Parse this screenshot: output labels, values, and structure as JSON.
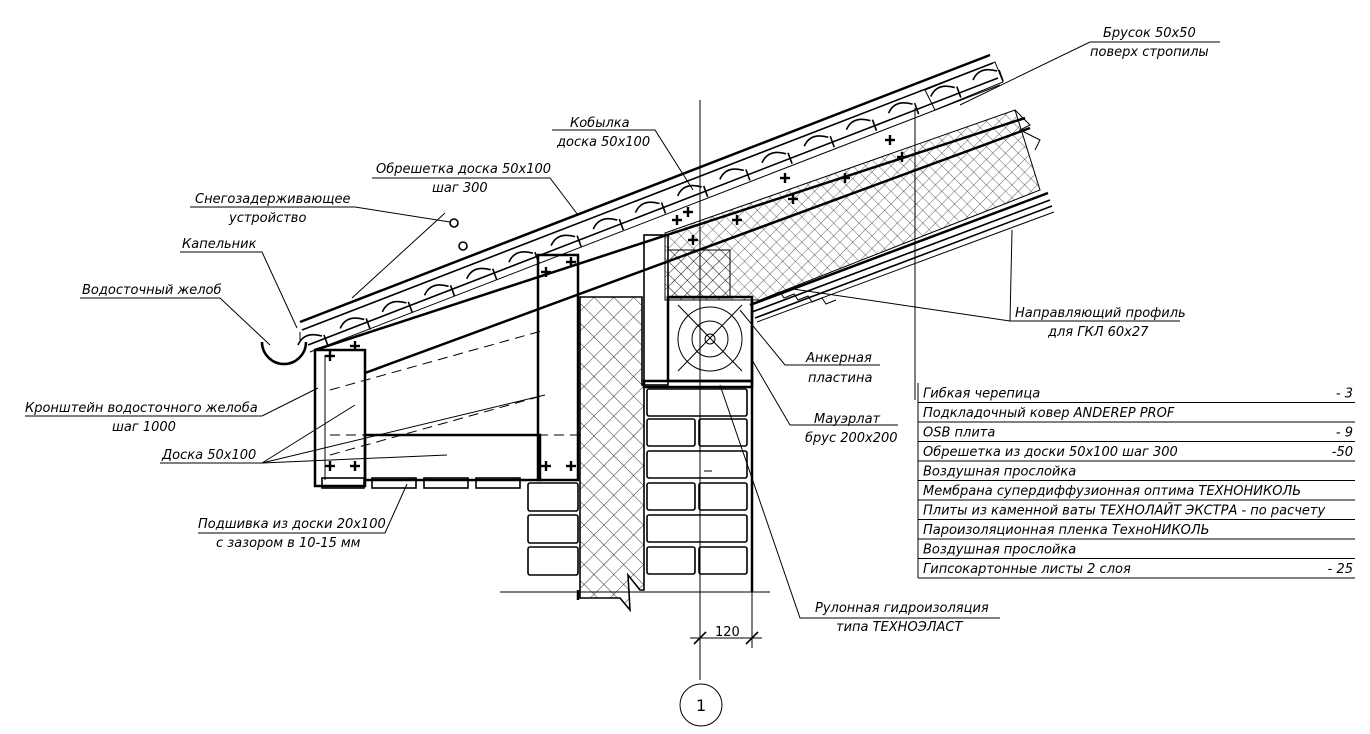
{
  "labels": {
    "brusok_line1": "Брусок 50х50",
    "brusok_line2": "поверх стропилы",
    "kobylka_line1": "Кобылка",
    "kobylka_line2": "доска 50х100",
    "obreshetka_line1": "Обрешетка доска 50х100",
    "obreshetka_line2": "шаг 300",
    "snow_line1": "Снегозадерживающее",
    "snow_line2": "устройство",
    "kapelnik": "Капельник",
    "gutter": "Водосточный желоб",
    "bracket_line1": "Кронштейн водосточного желоба",
    "bracket_line2": "шаг 1000",
    "board": "Доска 50х100",
    "soffit_line1": "Подшивка из доски 20х100",
    "soffit_line2": "с зазором в 10-15 мм",
    "profile_line1": "Направляющий профиль",
    "profile_line2": "для ГКЛ 60х27",
    "anchor_line1": "Анкерная",
    "anchor_line2": "пластина",
    "mauerlat_line1": "Мауэрлат",
    "mauerlat_line2": "брус 200х200",
    "waterproof_line1": "Рулонная гидроизоляция",
    "waterproof_line2": "типа ТЕХНОЭЛАСТ",
    "dimension": "120",
    "axis": "1"
  },
  "layers": [
    {
      "name": "Гибкая черепица",
      "thickness": "- 3"
    },
    {
      "name": "Подкладочный ковер ANDEREP PROF",
      "thickness": ""
    },
    {
      "name": "OSB плита",
      "thickness": "- 9"
    },
    {
      "name": "Обрешетка из доски 50х100 шаг 300",
      "thickness": "-50"
    },
    {
      "name": "Воздушная прослойка",
      "thickness": ""
    },
    {
      "name": "Мембрана супердиффузионная оптима ТЕХНОНИКОЛЬ",
      "thickness": ""
    },
    {
      "name": "Плиты из каменной ваты ТЕХНОЛАЙТ ЭКСТРА - по расчету",
      "thickness": ""
    },
    {
      "name": "Пароизоляционная пленка ТехноНИКОЛЬ",
      "thickness": ""
    },
    {
      "name": "Воздушная прослойка",
      "thickness": ""
    },
    {
      "name": "Гипсокартонные листы 2 слоя",
      "thickness": "- 25"
    }
  ]
}
